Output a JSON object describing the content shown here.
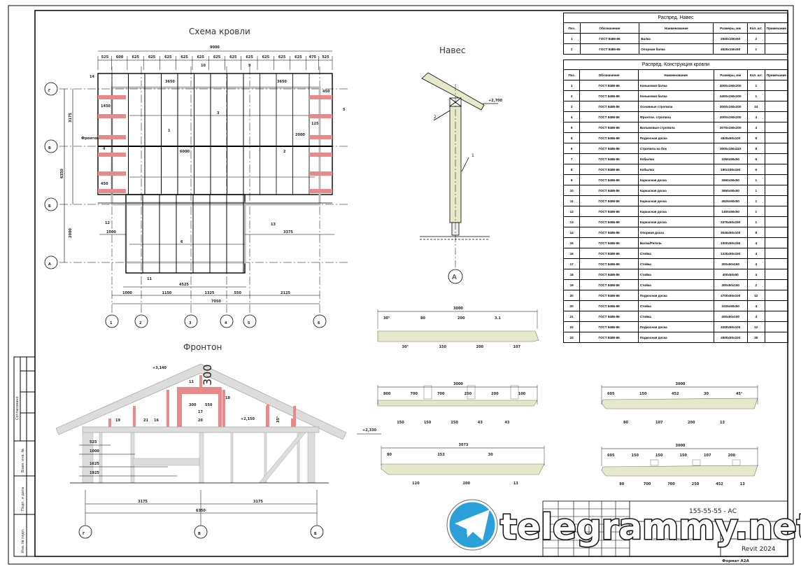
{
  "titles": {
    "roof_plan": "Схема кровли",
    "canopy": "Навес",
    "fronton": "Фронтон"
  },
  "axes": {
    "rows": [
      "Г",
      "В",
      "Б",
      "А"
    ],
    "cols": [
      "1",
      "2",
      "3",
      "4",
      "5",
      "6"
    ],
    "fronton": [
      "Г",
      "В",
      "Б"
    ],
    "canopy": "А"
  },
  "roof_plan": {
    "top_total": "9000",
    "top_dims": [
      "525",
      "600",
      "625",
      "625",
      "625",
      "625",
      "625",
      "625",
      "625",
      "625",
      "625",
      "625",
      "625",
      "475",
      "525"
    ],
    "left_dims": [
      "3175",
      "6350",
      "2000"
    ],
    "bottom_dims": [
      "1000",
      "1150",
      "1325",
      "550",
      "2125"
    ],
    "bottom_total": "7050",
    "ext_width": "4525",
    "right_ext": "3375",
    "left_ext": "1000",
    "inner": {
      "ridge": "6000",
      "hip_left": "3650",
      "hip_right": "3650",
      "span": "2000",
      "left_a": "1450",
      "left_b": "450",
      "right_a": "450",
      "right_b": "125"
    },
    "callouts": [
      "1",
      "2",
      "3",
      "4",
      "5",
      "6",
      "9",
      "10",
      "11",
      "12",
      "13",
      "14"
    ],
    "fronton_label": "Фронтон"
  },
  "canopy": {
    "level": "+2,700",
    "callouts": [
      "1",
      "2"
    ]
  },
  "fronton": {
    "level_top": "+3,140",
    "level_mid": "+2,150",
    "level_eave": "+2,330",
    "angle": "35°",
    "dims": [
      "525",
      "1000",
      "1625",
      "1925"
    ],
    "half1": "3175",
    "half2": "3175",
    "total": "6350",
    "callouts": [
      "19",
      "21",
      "16",
      "11",
      "17",
      "20",
      "18"
    ],
    "inner_dims": [
      "300",
      "300",
      "550"
    ]
  },
  "boards": [
    {
      "length": "3000",
      "labels": [
        "30°",
        "30°",
        "80",
        "150",
        "200",
        "200",
        "3.1",
        "107"
      ]
    },
    {
      "length": "3000",
      "labels": [
        "800",
        "150",
        "700",
        "150",
        "700",
        "150",
        "250",
        "43",
        "200",
        "43",
        "100"
      ]
    },
    {
      "length": "3073",
      "labels": [
        "80",
        "120",
        "153",
        "200",
        "30",
        "13"
      ]
    },
    {
      "length": "3000",
      "labels": [
        "605",
        "80",
        "150",
        "107",
        "452",
        "200",
        "30",
        "13",
        "45°"
      ]
    },
    {
      "length": "3000",
      "labels": [
        "605",
        "80",
        "150",
        "700",
        "150",
        "700",
        "150",
        "250",
        "107",
        "452",
        "200",
        "13"
      ]
    }
  ],
  "spec_canopy": {
    "title": "Распред. Навес",
    "headers": [
      "Поз.",
      "Обозначение",
      "Наименование",
      "Размеры, мм",
      "Кол. шт.",
      "Примечание"
    ],
    "rows": [
      [
        "1",
        "ГОСТ 8486-86",
        "Балка",
        "2540x150x50",
        "2",
        ""
      ],
      [
        "2",
        "ГОСТ 8486-86",
        "Опорная балка",
        "4525x150x50",
        "1",
        ""
      ]
    ]
  },
  "spec_roof": {
    "title": "Распред. Конструкция кровли",
    "headers": [
      "Поз.",
      "Обозначение",
      "Наименование",
      "Размеры, мм",
      "Кол. шт.",
      "Примечание"
    ],
    "rows": [
      [
        "1",
        "ГОСТ 8486-86",
        "Коньковая балка",
        "4000x150x200",
        "1",
        ""
      ],
      [
        "2",
        "ГОСТ 8486-86",
        "Коньковая балка",
        "2400x150x200",
        "1",
        ""
      ],
      [
        "3",
        "ГОСТ 8486-86",
        "Основные стропила",
        "3000x150x200",
        "24",
        ""
      ],
      [
        "4",
        "ГОСТ 8486-86",
        "Фронтон. стропила",
        "3000x150x200",
        "4",
        ""
      ],
      [
        "5",
        "ГОСТ 8486-86",
        "Вальмовые стропила",
        "3075x150x200",
        "4",
        ""
      ],
      [
        "5",
        "ГОСТ 8486-86",
        "Подкосная доска",
        "4525x50x100",
        "8",
        ""
      ],
      [
        "6",
        "ГОСТ 8486-86",
        "Стропила на бок",
        "3000x150x110",
        "8",
        ""
      ],
      [
        "7",
        "ГОСТ 8486-86",
        "Кобылка",
        "1050x50x50",
        "6",
        ""
      ],
      [
        "8",
        "ГОСТ 8486-86",
        "Кобылка",
        "150x150x150",
        "6",
        ""
      ],
      [
        "9",
        "ГОСТ 8486-86",
        "Каркасная доска",
        "3650x50x50",
        "1",
        ""
      ],
      [
        "10",
        "ГОСТ 8486-86",
        "Каркасная доска",
        "3650x50x50",
        "1",
        ""
      ],
      [
        "11",
        "ГОСТ 8486-86",
        "Каркасная доска",
        "4525x50x50",
        "1",
        ""
      ],
      [
        "12",
        "ГОСТ 8486-86",
        "Каркасная доска",
        "1400x50x50",
        "1",
        ""
      ],
      [
        "13",
        "ГОСТ 8486-86",
        "Каркасная доска",
        "3375x50x150",
        "1",
        ""
      ],
      [
        "14",
        "ГОСТ 8486-86",
        "Опорная доска",
        "3045x50x100",
        "8",
        ""
      ],
      [
        "15",
        "ГОСТ 8486-86",
        "Балка/Ригель",
        "1000x50x150",
        "4",
        ""
      ],
      [
        "16",
        "ГОСТ 8486-86",
        "Стойка",
        "1225x50x150",
        "4",
        ""
      ],
      [
        "17",
        "ГОСТ 8486-86",
        "Стойка",
        "300x50x150",
        "4",
        ""
      ],
      [
        "18",
        "ГОСТ 8486-86",
        "Стойка",
        "400x50x50",
        "4",
        ""
      ],
      [
        "19",
        "ГОСТ 8486-86",
        "Стойка",
        "300x50x150",
        "2",
        ""
      ],
      [
        "20",
        "ГОСТ 8486-86",
        "Подкосная доска",
        "4700x50x100",
        "12",
        ""
      ],
      [
        "20",
        "ГОСТ 8486-86",
        "Стойка",
        "1025x50x50",
        "4",
        ""
      ],
      [
        "21",
        "ГОСТ 8486-86",
        "Стойка",
        "400x50x150",
        "4",
        ""
      ],
      [
        "22",
        "ГОСТ 8486-86",
        "Подкосная доска",
        "4200x50x100",
        "12",
        ""
      ],
      [
        "24",
        "ГОСТ 8486-86",
        "Подкосная доска",
        "4500x50x100",
        "30",
        ""
      ]
    ]
  },
  "title_block": {
    "code": "155-55-55 - АС",
    "sheet_name": "Схема конструкции кровли",
    "software": "Revit 2024",
    "format": "Формат А2А"
  },
  "side_stamp": [
    "Согласовано",
    "Взам. инв. №",
    "Подп. и дата",
    "Инв. № подл."
  ],
  "watermark": "telegrammy.net",
  "colors": {
    "pink": "#e88a8a",
    "board": "#e6e8c8",
    "beam": "#dcdcdc"
  }
}
